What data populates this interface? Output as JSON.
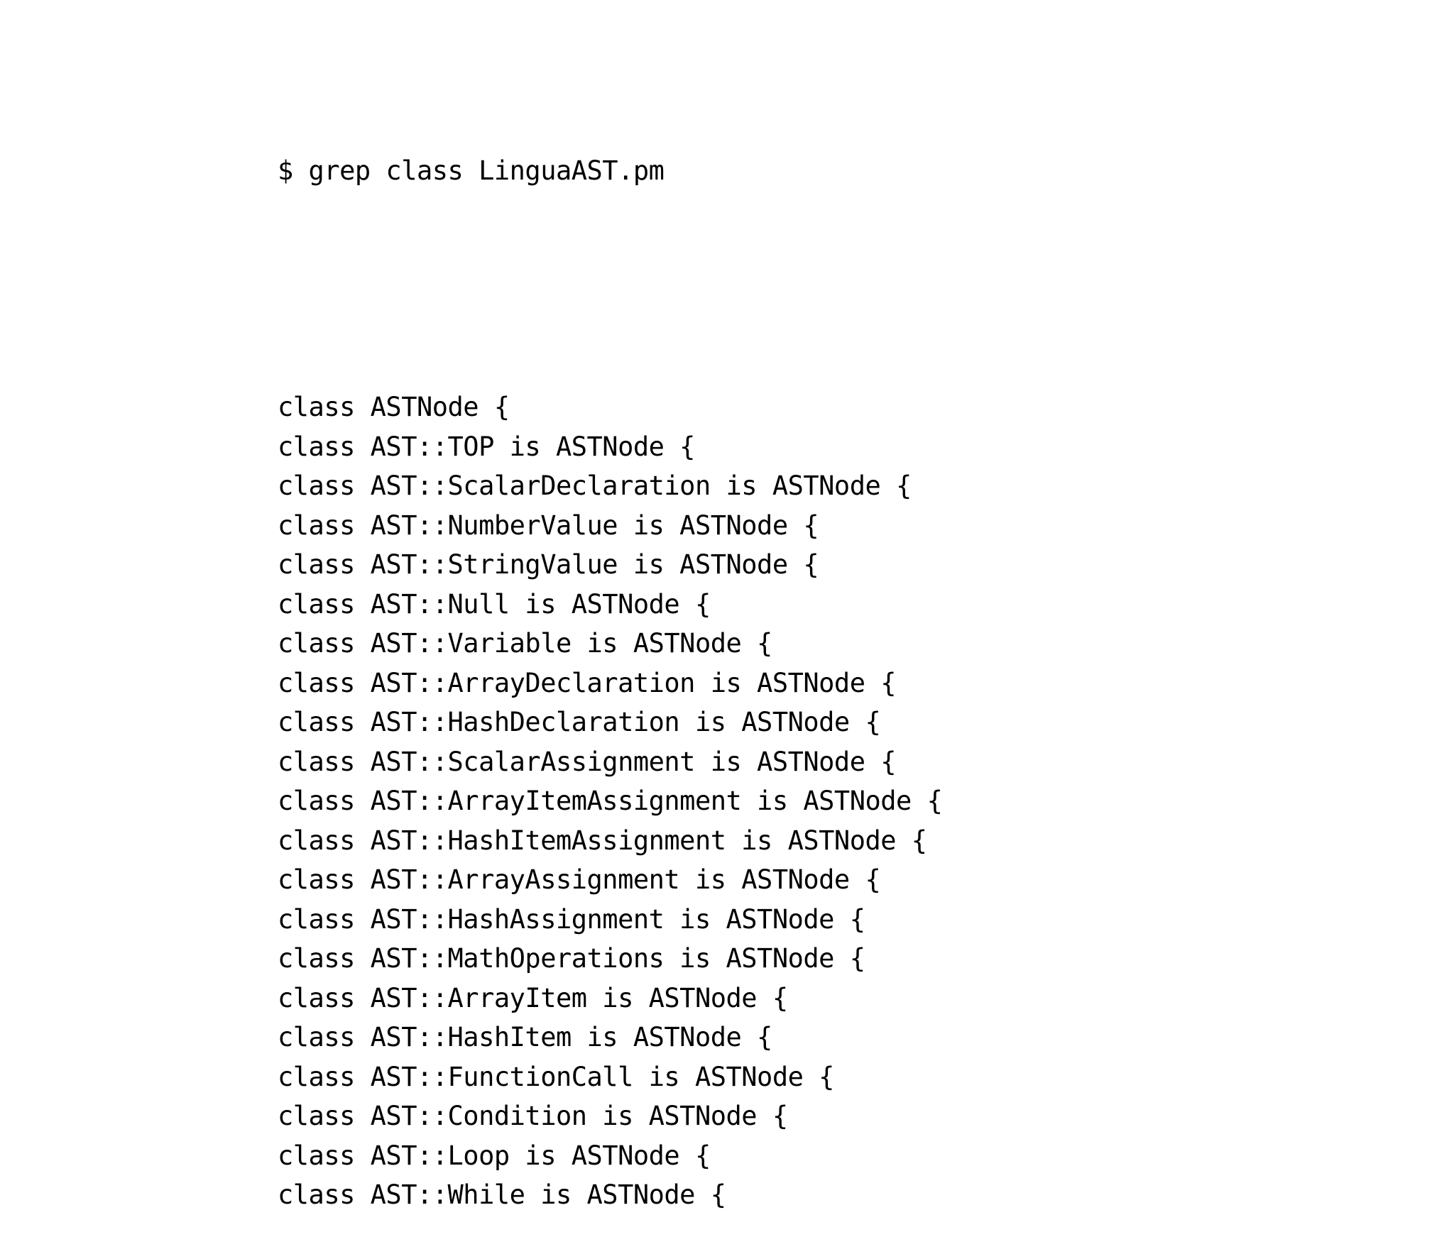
{
  "page": {
    "background_color": "#ffffff",
    "text_color": "#000000"
  },
  "terminal": {
    "command_line": "$ grep class LinguaAST.pm",
    "output_lines": [
      "class ASTNode {",
      "class AST::TOP is ASTNode {",
      "class AST::ScalarDeclaration is ASTNode {",
      "class AST::NumberValue is ASTNode {",
      "class AST::StringValue is ASTNode {",
      "class AST::Null is ASTNode {",
      "class AST::Variable is ASTNode {",
      "class AST::ArrayDeclaration is ASTNode {",
      "class AST::HashDeclaration is ASTNode {",
      "class AST::ScalarAssignment is ASTNode {",
      "class AST::ArrayItemAssignment is ASTNode {",
      "class AST::HashItemAssignment is ASTNode {",
      "class AST::ArrayAssignment is ASTNode {",
      "class AST::HashAssignment is ASTNode {",
      "class AST::MathOperations is ASTNode {",
      "class AST::ArrayItem is ASTNode {",
      "class AST::HashItem is ASTNode {",
      "class AST::FunctionCall is ASTNode {",
      "class AST::Condition is ASTNode {",
      "class AST::Loop is ASTNode {",
      "class AST::While is ASTNode {"
    ]
  }
}
